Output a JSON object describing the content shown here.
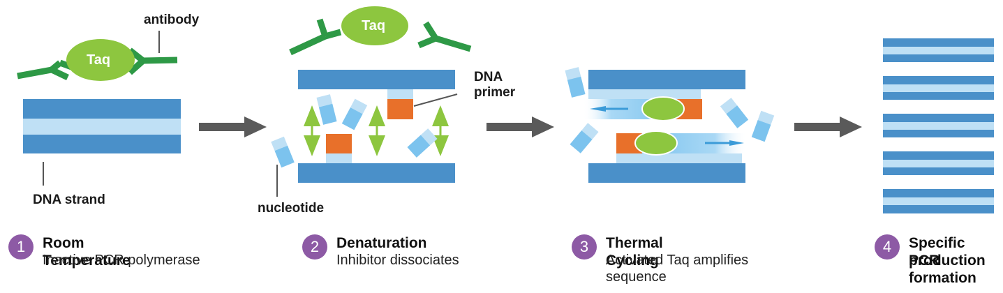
{
  "labels": {
    "antibody": "antibody",
    "taq": "Taq",
    "dna_strand": "DNA strand",
    "dna_primer_line1": "DNA",
    "dna_primer_line2": "primer",
    "nucleotide": "nucleotide"
  },
  "steps": [
    {
      "number": "1",
      "title": "Room Temperature",
      "subtitle": "Inactive PCR polymerase"
    },
    {
      "number": "2",
      "title": "Denaturation",
      "subtitle": "Inhibitor dissociates"
    },
    {
      "number": "3",
      "title": "Thermal Cycling",
      "subtitle_line1": "Activated Taq amplifies",
      "subtitle_line2": "sequence"
    },
    {
      "number": "4",
      "title_line1": "Specific PCR",
      "title_line2": "production",
      "title_line3": "formation"
    }
  ],
  "colors": {
    "dna_dark": "#4a90c9",
    "dna_light": "#bfe0f5",
    "antibody_green": "#2e9946",
    "taq_green": "#8dc63f",
    "primer_orange": "#e8702a",
    "arrow_gray": "#5a5a5a",
    "step_badge": "#8d5aa5"
  }
}
